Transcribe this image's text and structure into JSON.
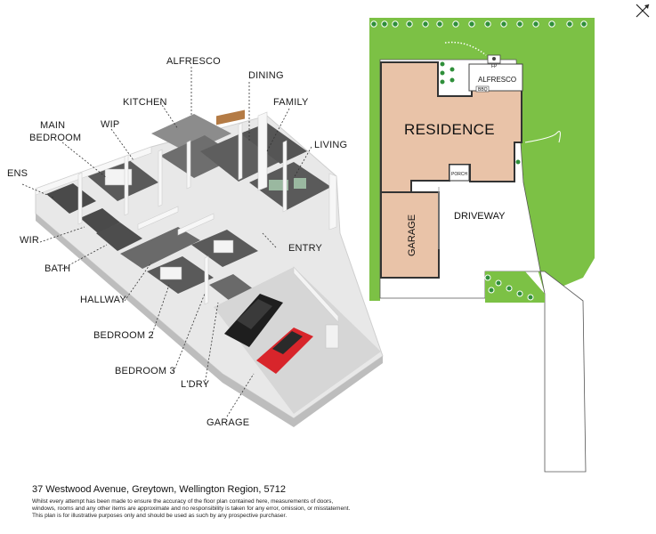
{
  "floorplan_3d": {
    "labels": {
      "alfresco": "ALFRESCO",
      "dining": "DINING",
      "kitchen": "KITCHEN",
      "family": "FAMILY",
      "main_bedroom_line1": "MAIN",
      "main_bedroom_line2": "BEDROOM",
      "wip": "WIP",
      "living": "LIVING",
      "ens": "ENS",
      "wir": "WIR",
      "entry": "ENTRY",
      "bath": "BATH",
      "hallway": "HALLWAY",
      "bedroom2": "BEDROOM 2",
      "bedroom3": "BEDROOM 3",
      "laundry": "L'DRY",
      "garage": "GARAGE"
    }
  },
  "site_plan": {
    "residence": "RESIDENCE",
    "garage": "GARAGE",
    "driveway": "DRIVEWAY",
    "alfresco": "ALFRESCO",
    "porch": "PORCH",
    "fp": "FP",
    "bbq": "BBQ"
  },
  "footer": {
    "address": "37 Westwood Avenue, Greytown, Wellington Region, 5712",
    "disclaimer_lines": [
      "Whilst every attempt has been made to ensure the accuracy of the floor plan contained here, measurements of doors,",
      "windows, rooms and any other items are approximate and no responsibility is taken for any error, omission, or misstatement.",
      "This plan is for illustrative purposes only and should be used as such by any prospective purchaser."
    ]
  },
  "colors": {
    "lawn": "#7cc145",
    "residence": "#e9c3a8",
    "outline": "#333333",
    "wall": "#f2f2f2",
    "floor": "#5a5a5a",
    "car_red": "#d8252b",
    "car_black": "#1e1e1e"
  },
  "icons": {
    "compass": "north-arrow-icon"
  }
}
